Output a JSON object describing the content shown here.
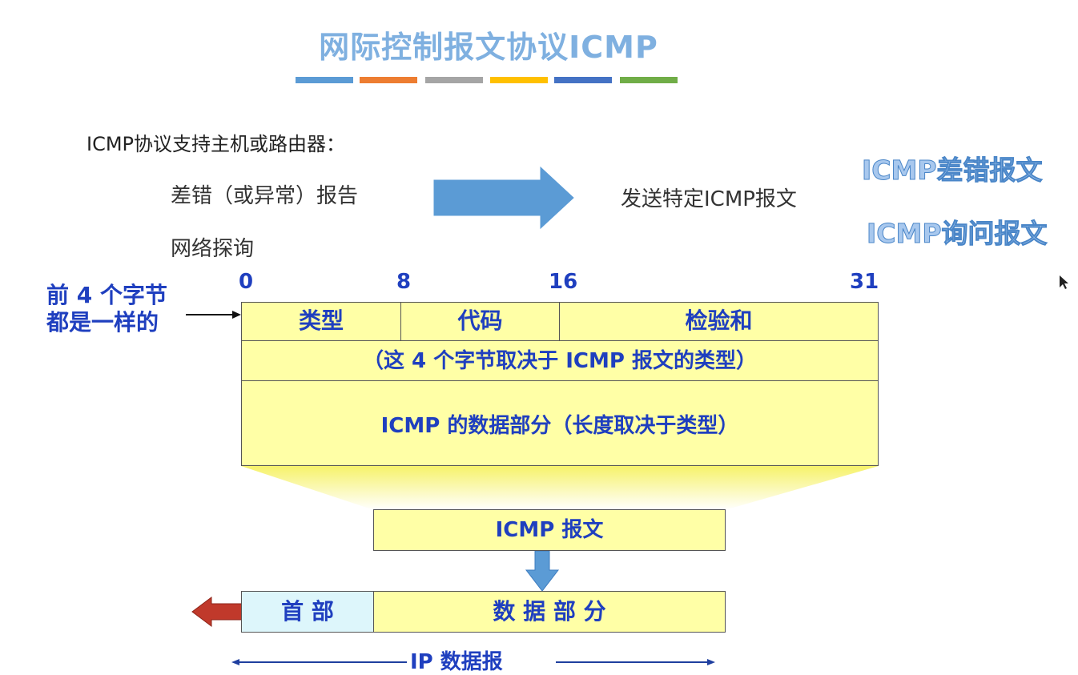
{
  "title": "网际控制报文协议ICMP",
  "colors": {
    "title": "#7fb0e0",
    "bars": [
      "#5b9bd5",
      "#ed7d31",
      "#a5a5a5",
      "#ffc000",
      "#4472c4",
      "#70ad47"
    ],
    "box_fill": "#ffffa6",
    "label_blue": "#1f3fbf",
    "arrow_blue": "#5b9bd5",
    "arrow_red": "#c0392b",
    "header_fill": "#ddf6fb"
  },
  "intro": "ICMP协议支持主机或路由器：",
  "items": [
    "差错（或异常）报告",
    "网络探询"
  ],
  "send_text": "发送特定ICMP报文",
  "message_types": [
    "ICMP差错报文",
    "ICMP询问报文"
  ],
  "bit_positions": [
    "0",
    "8",
    "16",
    "31"
  ],
  "side_note": [
    "前 4 个字节",
    "都是一样的"
  ],
  "header_fields": [
    "类型",
    "代码",
    "检验和"
  ],
  "row2": "（这 4 个字节取决于 ICMP 报文的类型）",
  "row3": "ICMP 的数据部分（长度取决于类型）",
  "icmp_message": "ICMP 报文",
  "ip_header": "首 部",
  "ip_data": "数 据 部 分",
  "ip_datagram": "IP 数据报",
  "icons": [
    "right-arrow-icon",
    "down-arrow-icon",
    "left-arrow-icon",
    "cursor-icon"
  ]
}
